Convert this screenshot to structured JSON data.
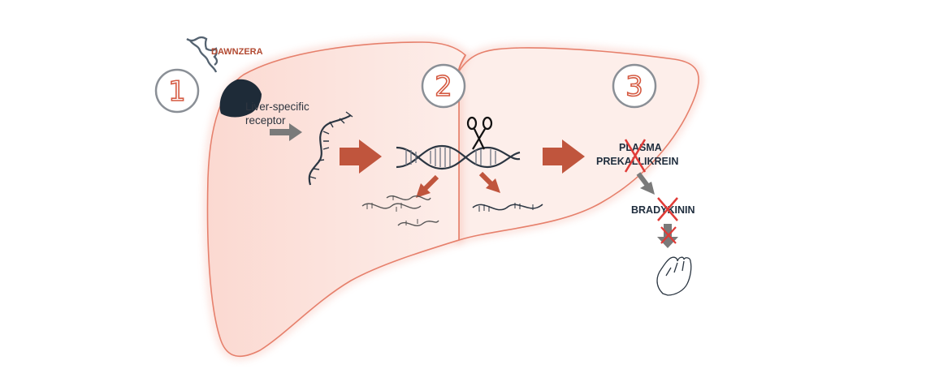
{
  "drug": {
    "name": "DAWNZERA"
  },
  "receptor": {
    "line1": "Liver-specific",
    "line2": "receptor"
  },
  "steps": [
    {
      "number": "1"
    },
    {
      "number": "2"
    },
    {
      "number": "3"
    }
  ],
  "molecules": {
    "plasma_line1": "PLASMA",
    "plasma_line2": "PREKALLIKREIN",
    "bradykinin": "BRADYKININ"
  },
  "colors": {
    "liver_fill": "#fbe3de",
    "liver_outline": "#e6806c",
    "arrow_red": "#c0553d",
    "arrow_gray": "#7a7a7a",
    "receptor_dark": "#1e2b38",
    "x_mark_red": "#e03a36"
  },
  "icons": [
    "wavy-strand-icon",
    "scissors-icon",
    "hand-icon",
    "dna-double-helix-icon"
  ]
}
